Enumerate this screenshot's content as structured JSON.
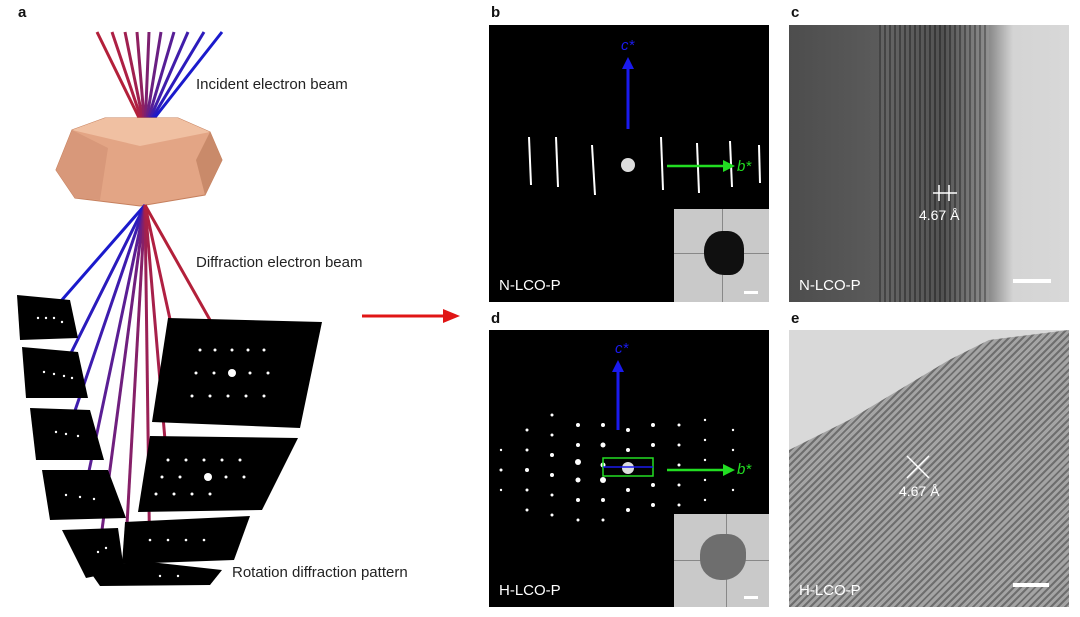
{
  "panel_labels": {
    "a": "a",
    "b": "b",
    "c": "c",
    "d": "d",
    "e": "e"
  },
  "schematic": {
    "incident_label": "Incident electron beam",
    "diffraction_label": "Diffraction electron beam",
    "rotation_label": "Rotation diffraction pattern"
  },
  "panel_b": {
    "sample": "N-LCO-P",
    "axis_c": "c*",
    "axis_b": "b*"
  },
  "panel_c": {
    "sample": "N-LCO-P",
    "spacing": "4.67 Å"
  },
  "panel_d": {
    "sample": "H-LCO-P",
    "axis_c": "c*",
    "axis_b": "b*"
  },
  "panel_e": {
    "sample": "H-LCO-P",
    "spacing": "4.67 Å"
  },
  "colors": {
    "beam_blue": "#1a1acc",
    "beam_red": "#b3203a",
    "crystal": "#e0a07f",
    "arrow_red": "#e01515",
    "green": "#22dd22"
  }
}
